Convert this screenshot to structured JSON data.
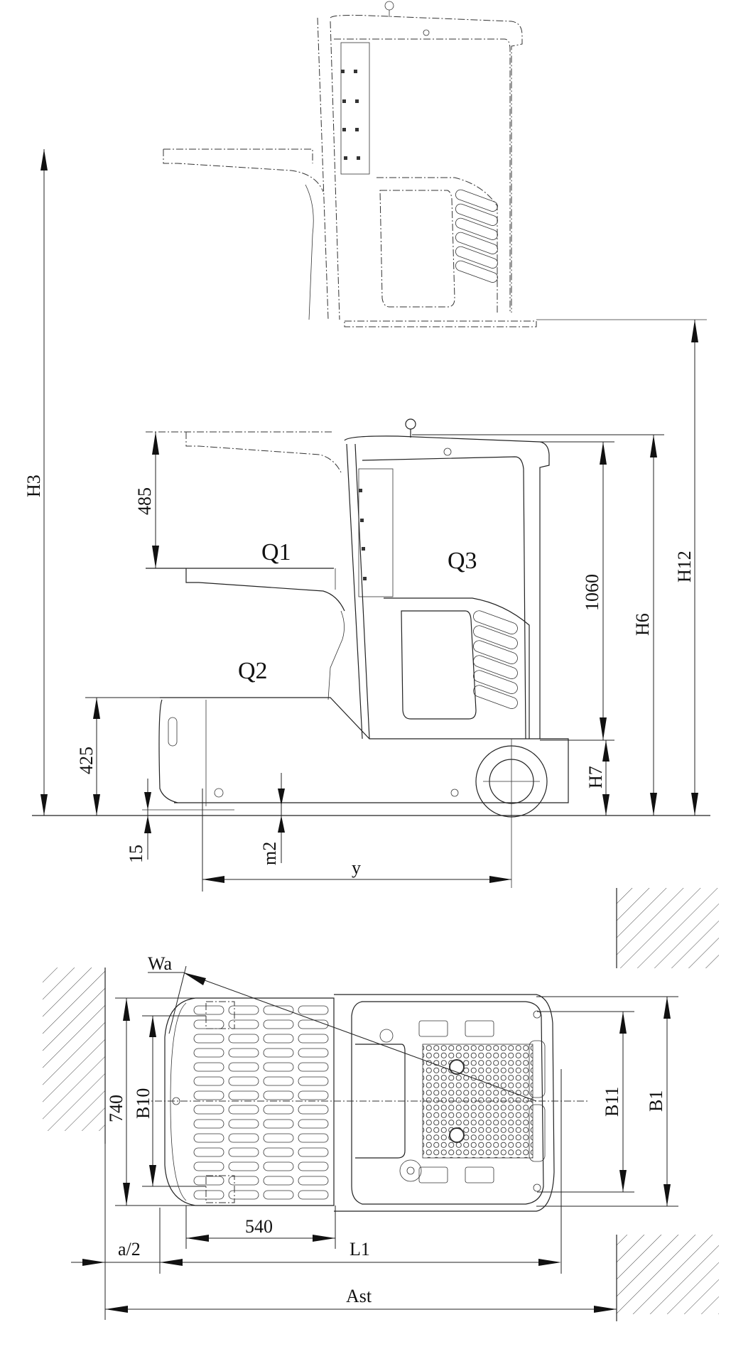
{
  "drawing": {
    "title": "Order picker dimensional drawing",
    "views": [
      "side-view-raised",
      "side-view-lowered",
      "top-view"
    ]
  },
  "side_view": {
    "load_labels": {
      "q1": "Q1",
      "q2": "Q2",
      "q3": "Q3"
    },
    "dimensions": {
      "h3": "H3",
      "d485": "485",
      "d425": "425",
      "d15": "15",
      "m2": "m2",
      "y": "y",
      "d1060": "1060",
      "h6": "H6",
      "h12": "H12",
      "h7": "H7"
    }
  },
  "top_view": {
    "dimensions": {
      "wa": "Wa",
      "d740": "740",
      "b10": "B10",
      "b11": "B11",
      "b1": "B1",
      "d540": "540",
      "a_half": "a/2",
      "l1": "L1",
      "ast": "Ast"
    }
  }
}
